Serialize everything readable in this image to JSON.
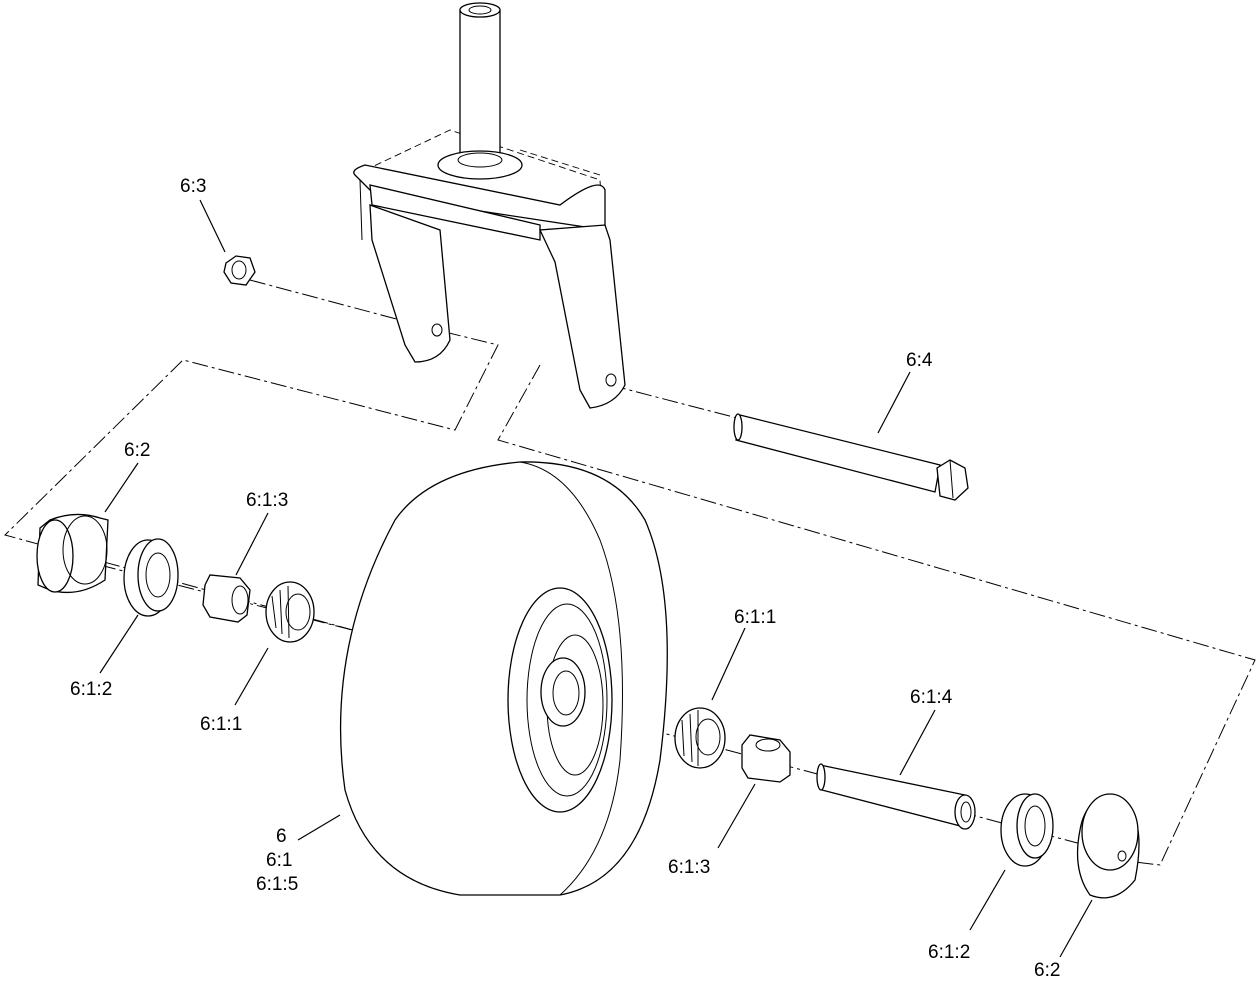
{
  "callouts": {
    "c6_3": "6:3",
    "c6_4": "6:4",
    "c6_2_left": "6:2",
    "c6_1_3_left": "6:1:3",
    "c6_1_2_left": "6:1:2",
    "c6_1_1_left": "6:1:1",
    "c6_1_1_right": "6:1:1",
    "c6_1_4": "6:1:4",
    "c6_1_3_right": "6:1:3",
    "c6_1_2_right": "6:1:2",
    "c6_2_right": "6:2",
    "wheel_6": "6",
    "wheel_6_1": "6:1",
    "wheel_6_1_5": "6:1:5"
  }
}
